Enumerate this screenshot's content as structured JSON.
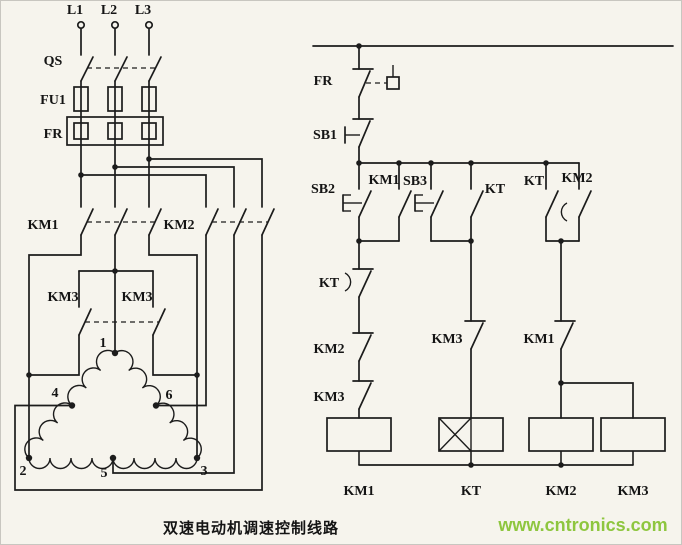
{
  "caption": "双速电动机调速控制线路",
  "watermark": "www.cntronics.com",
  "colors": {
    "line": "#1c1c1c",
    "background": "#f6f4ed",
    "watermark_green": "#8ec63f"
  },
  "power": {
    "phases": [
      "L1",
      "L2",
      "L3"
    ],
    "qs": "QS",
    "fu1": "FU1",
    "fr": "FR",
    "km1": "KM1",
    "km2": "KM2",
    "km3_left": "KM3",
    "km3_right": "KM3",
    "t1": "1",
    "t2": "2",
    "t3": "3",
    "t4": "4",
    "t5": "5",
    "t6": "6"
  },
  "control": {
    "fr": "FR",
    "sb1": "SB1",
    "sb2": "SB2",
    "km1_aux": "KM1",
    "sb3": "SB3",
    "kt_aux": "KT",
    "kt_on_delay": "KT",
    "km2_aux": "KM2",
    "kt_off_delay": "KT",
    "km2_interlock": "KM2",
    "km3_interlock": "KM3",
    "km3_cutoff": "KM3",
    "km1_interlock": "KM1",
    "coils": [
      {
        "label": "KM1"
      },
      {
        "label": "KT"
      },
      {
        "label": "KM2"
      },
      {
        "label": "KM3"
      }
    ]
  }
}
